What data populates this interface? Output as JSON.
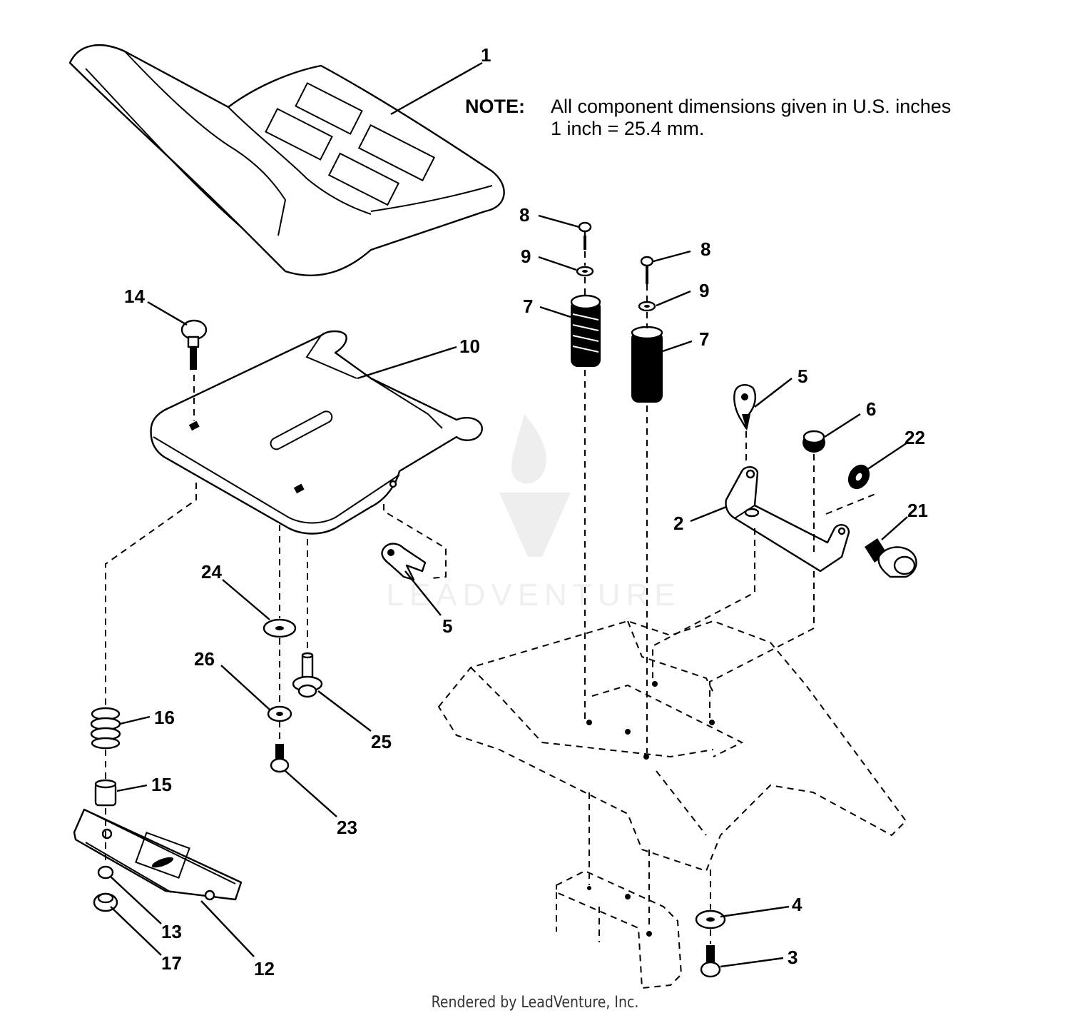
{
  "note": {
    "label": "NOTE:",
    "line1": "All component dimensions given in U.S. inches",
    "line2": "1 inch = 25.4 mm."
  },
  "watermark": "LEADVENTURE",
  "footer": "Rendered by LeadVenture, Inc.",
  "callouts": {
    "c1": "1",
    "c2": "2",
    "c3": "3",
    "c4": "4",
    "c5a": "5",
    "c5b": "5",
    "c6": "6",
    "c7a": "7",
    "c7b": "7",
    "c8a": "8",
    "c8b": "8",
    "c9a": "9",
    "c9b": "9",
    "c10": "10",
    "c12": "12",
    "c13": "13",
    "c14": "14",
    "c15": "15",
    "c16": "16",
    "c17": "17",
    "c21": "21",
    "c22": "22",
    "c23": "23",
    "c24": "24",
    "c25": "25",
    "c26": "26"
  }
}
